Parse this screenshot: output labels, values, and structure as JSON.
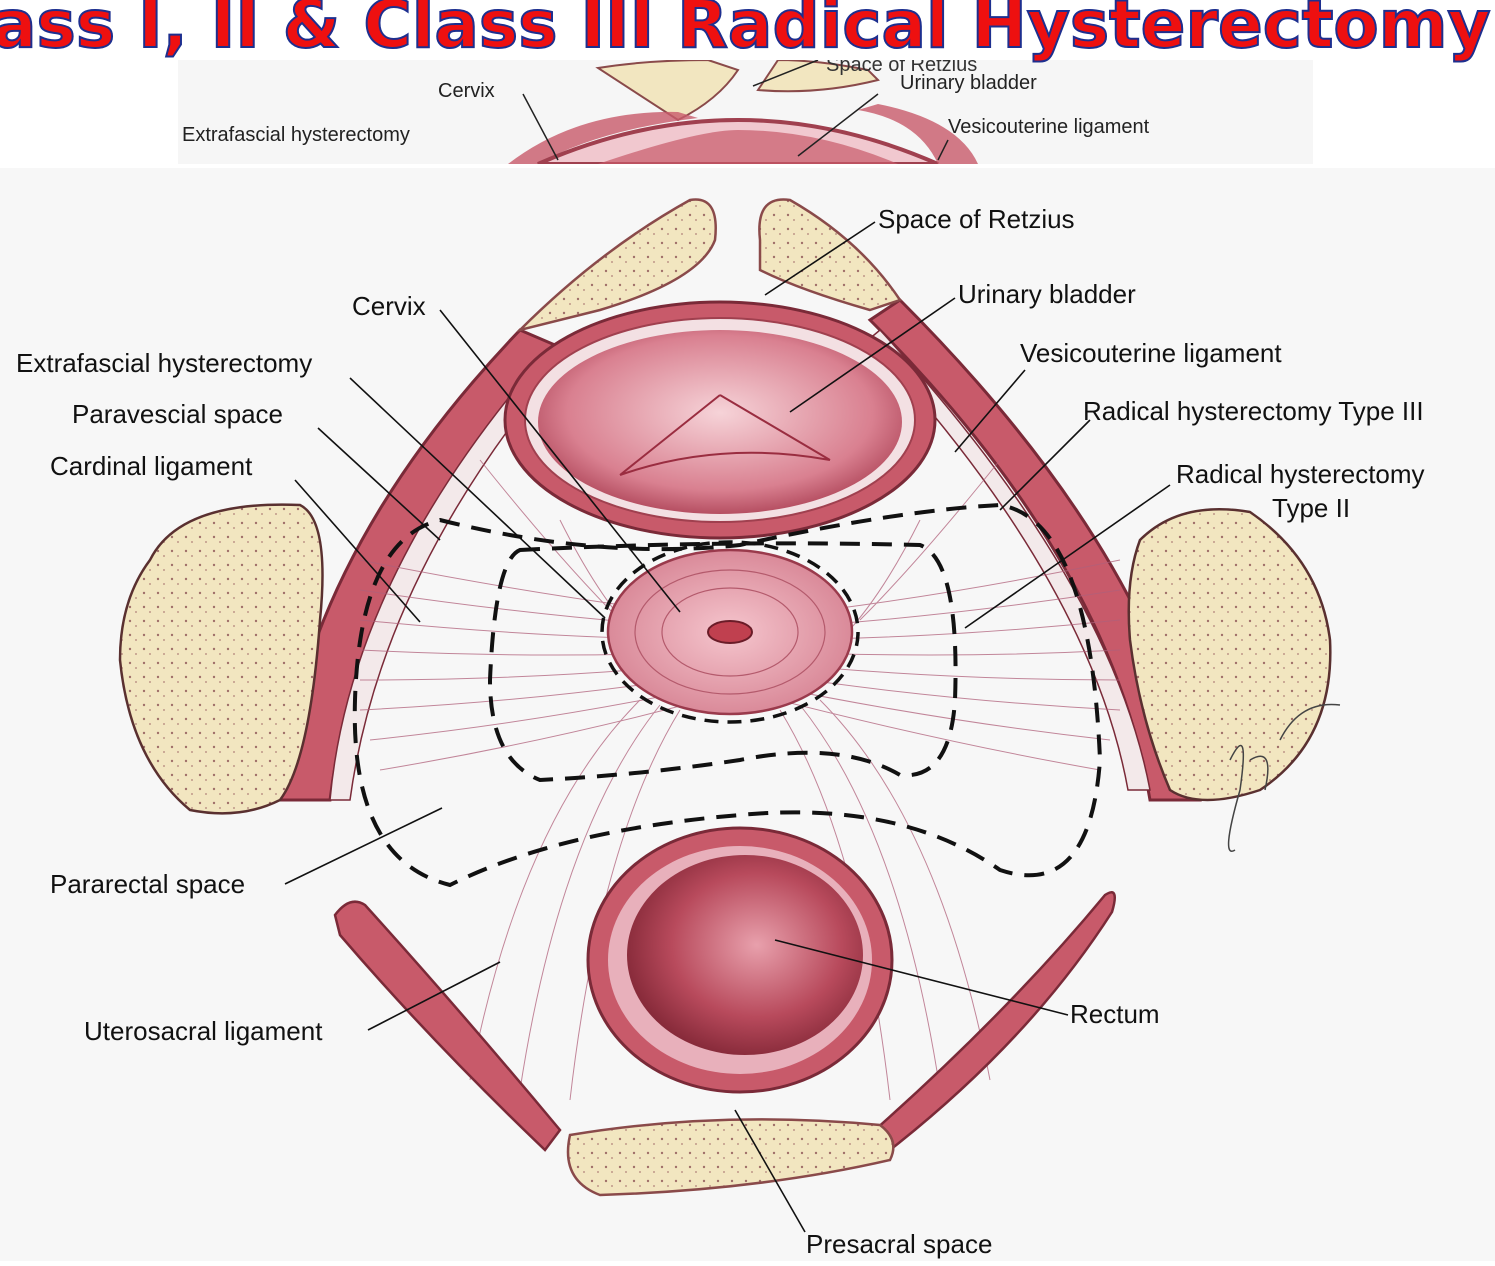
{
  "title": "ass I, II & Class III Radical Hysterectomy",
  "top_strip": {
    "overlap_label": "Space of Retzius",
    "cervix": "Cervix",
    "urinary_bladder": "Urinary bladder",
    "extrafascial": "Extrafascial hysterectomy",
    "vesicouterine": "Vesicouterine ligament"
  },
  "labels": {
    "space_of_retzius": "Space of Retzius",
    "cervix": "Cervix",
    "urinary_bladder": "Urinary bladder",
    "extrafascial_hysterectomy": "Extrafascial hysterectomy",
    "vesicouterine_ligament": "Vesicouterine ligament",
    "paravescial_space": "Paravescial space",
    "radical_type_iii": "Radical hysterectomy Type III",
    "cardinal_ligament": "Cardinal ligament",
    "radical_type_ii_line1": "Radical hysterectomy",
    "radical_type_ii_line2": "Type II",
    "pararectal_space": "Pararectal space",
    "rectum": "Rectum",
    "uterosacral_ligament": "Uterosacral ligament",
    "presacral_space": "Presacral space"
  },
  "colors": {
    "title_fill": "#ee1010",
    "title_outline": "#1d2f8f",
    "bone": "#f2e6c0",
    "tissue": "#c85a6a",
    "tissue_light": "#f1c8cf",
    "fiber": "#b0607a"
  }
}
